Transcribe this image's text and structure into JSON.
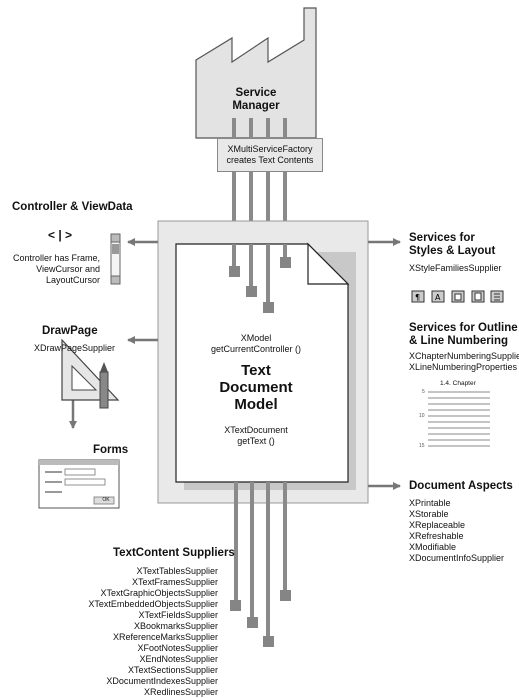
{
  "service_manager": {
    "title_line1": "Service",
    "title_line2": "Manager",
    "factory_line1": "XMultiServiceFactory",
    "factory_line2": "creates Text Contents"
  },
  "controller": {
    "title": "Controller & ViewData",
    "symbol": "< | >",
    "desc_line1": "Controller has Frame,",
    "desc_line2": "ViewCursor and",
    "desc_line3": "LayoutCursor"
  },
  "drawpage": {
    "title": "DrawPage",
    "supplier": "XDrawPageSupplier"
  },
  "forms": {
    "title": "Forms",
    "ok_label": "OK"
  },
  "model": {
    "xmodel_line1": "XModel",
    "xmodel_line2": "getCurrentController ()",
    "title_line1": "Text",
    "title_line2": "Document",
    "title_line3": "Model",
    "xtext_line1": "XTextDocument",
    "xtext_line2": "getText ()"
  },
  "styles": {
    "title_line1": "Services for",
    "title_line2": "Styles & Layout",
    "supplier": "XStyleFamiliesSupplier"
  },
  "outline": {
    "title_line1": "Services for Outline",
    "title_line2": "& Line Numbering",
    "items": [
      "XChapterNumberingSupplier",
      "XLineNumberingProperties"
    ],
    "chapter_label": "1.4. Chapter",
    "line_numbers": [
      "5",
      "10",
      "15"
    ]
  },
  "aspects": {
    "title": "Document Aspects",
    "items": [
      "XPrintable",
      "XStorable",
      "XReplaceable",
      "XRefreshable",
      "XModifiable",
      "XDocumentInfoSupplier"
    ]
  },
  "suppliers": {
    "title": "TextContent Suppliers",
    "items": [
      "XTextTablesSupplier",
      "XTextFramesSupplier",
      "XTextGraphicObjectsSupplier",
      "XTextEmbeddedObjectsSupplier",
      "XTextFieldsSupplier",
      "XBookmarksSupplier",
      "XReferenceMarksSupplier",
      "XFootNotesSupplier",
      "XEndNotesSupplier",
      "XTextSectionsSupplier",
      "XDocumentIndexesSupplier",
      "XRedlinesSupplier"
    ]
  },
  "colors": {
    "gray_fill": "#e6e6e6",
    "arrow": "#7a7a7a",
    "connector": "#7d7d7d"
  }
}
